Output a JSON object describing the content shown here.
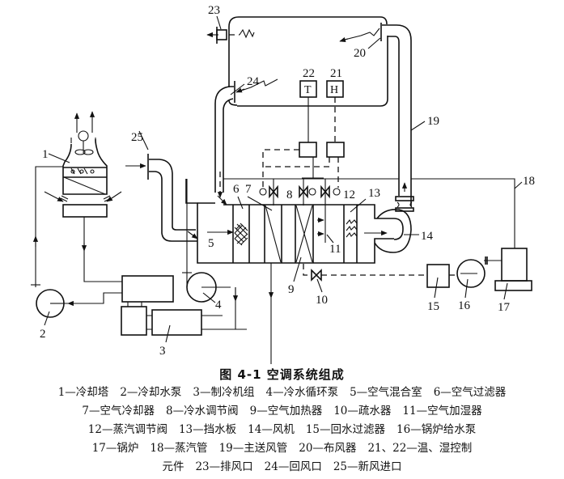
{
  "figure": {
    "title": "图 4-1    空调系统组成",
    "legend_rows": [
      [
        "1—冷却塔",
        "2—冷却水泵",
        "3—制冷机组",
        "4—冷水循环泵",
        "5—空气混合室",
        "6—空气过滤器"
      ],
      [
        "7—空气冷却器",
        "8—冷水调节阀",
        "9—空气加热器",
        "10—疏水器",
        "11—空气加湿器"
      ],
      [
        "12—蒸汽调节阀",
        "13—挡水板",
        "14—风机",
        "15—回水过滤器",
        "16—锅炉给水泵"
      ],
      [
        "17—锅炉",
        "18—蒸汽管",
        "19—主送风管",
        "20—布风器",
        "21、22—温、湿控制"
      ],
      [
        "元件",
        "23—排风口",
        "24—回风口",
        "25—新风进口"
      ]
    ]
  },
  "diagram": {
    "callouts": {
      "n1": "1",
      "n2": "2",
      "n3": "3",
      "n4": "4",
      "n5": "5",
      "n6": "6",
      "n7": "7",
      "n8": "8",
      "n9": "9",
      "n10": "10",
      "n11": "11",
      "n12": "12",
      "n13": "13",
      "n14": "14",
      "n15": "15",
      "n16": "16",
      "n17": "17",
      "n18": "18",
      "n19": "19",
      "n20": "20",
      "n21": "21",
      "n22": "22",
      "n23": "23",
      "n24": "24",
      "n25": "25"
    },
    "sensor_T": "T",
    "sensor_H": "H"
  }
}
